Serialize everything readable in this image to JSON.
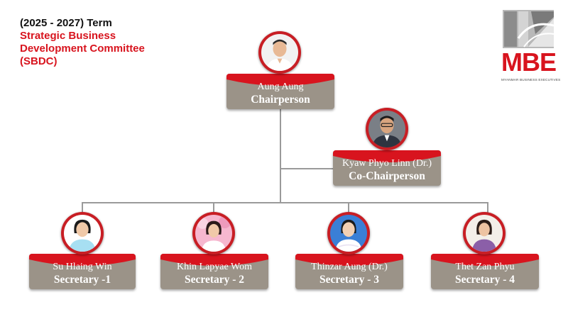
{
  "header": {
    "term": "(2025 - 2027) Term",
    "title_line1": "Strategic Business",
    "title_line2": "Development Committee",
    "title_line3": "(SBDC)"
  },
  "logo": {
    "text": "MBE",
    "subtitle": "MYANMAR BUSINESS EXECUTIVES",
    "color": "#d8141e"
  },
  "colors": {
    "accent_red": "#d8141e",
    "card_grey": "#9b9388",
    "connector": "#9a9a9a"
  },
  "chair": {
    "name": "Aung Aung",
    "role": "Chairperson",
    "photo": "portrait-photo"
  },
  "cochair": {
    "name": "Kyaw Phyo Linn (Dr.)",
    "role": "Co-Chairperson",
    "photo": "portrait-photo"
  },
  "secretaries": [
    {
      "name": "Su Hlaing Win",
      "role": "Secretary -1",
      "photo": "portrait-photo"
    },
    {
      "name": "Khin Lapyae Wom",
      "role": "Secretary - 2",
      "photo": "portrait-photo"
    },
    {
      "name": "Thinzar Aung (Dr.)",
      "role": "Secretary - 3",
      "photo": "portrait-photo"
    },
    {
      "name": "Thet Zan Phyu",
      "role": "Secretary - 4",
      "photo": "portrait-photo"
    }
  ]
}
